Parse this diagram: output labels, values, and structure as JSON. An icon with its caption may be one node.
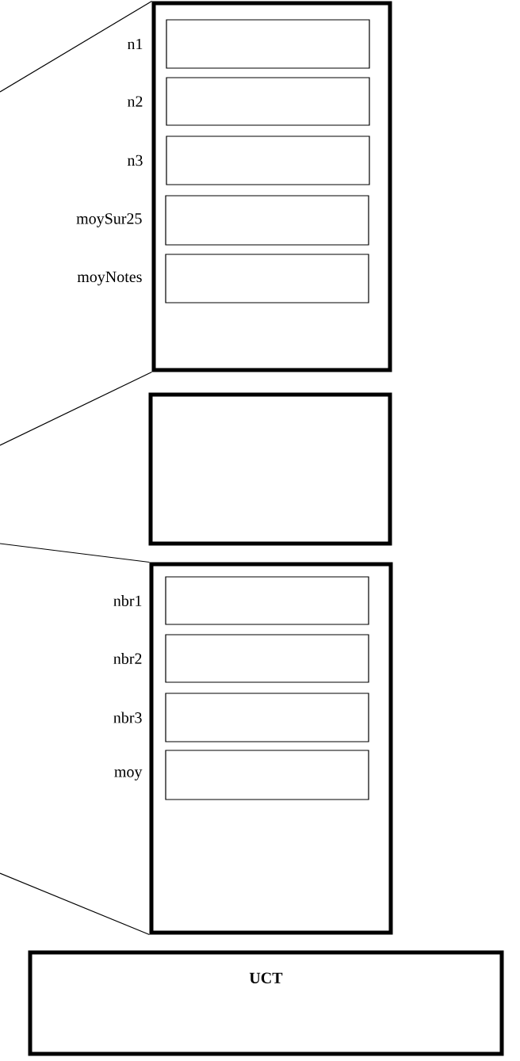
{
  "diagram": {
    "nodes": [
      {
        "text": [],
        "shape": "box"
      },
      {
        "text": [],
        "shape": "box",
        "in": 0,
        "beside": [
          "n1"
        ]
      },
      {
        "text": [],
        "shape": "box",
        "in": 0,
        "beside": [
          "n2"
        ]
      },
      {
        "text": [],
        "shape": "box",
        "in": 0,
        "beside": [
          "n3"
        ]
      },
      {
        "text": [],
        "shape": "box",
        "in": 0,
        "beside": [
          "moySur25"
        ]
      },
      {
        "text": [],
        "shape": "box",
        "in": 0,
        "beside": [
          "moyNotes"
        ]
      },
      {
        "text": [],
        "shape": "box"
      },
      {
        "text": [],
        "shape": "box"
      },
      {
        "text": [],
        "shape": "box",
        "in": 7,
        "beside": [
          "nbr1"
        ]
      },
      {
        "text": [],
        "shape": "box",
        "in": 7,
        "beside": [
          "nbr2"
        ]
      },
      {
        "text": [],
        "shape": "box",
        "in": 7,
        "beside": [
          "nbr3"
        ]
      },
      {
        "text": [],
        "shape": "box",
        "in": 7,
        "beside": [
          "moy"
        ]
      },
      {
        "text": [
          "UCT"
        ]
      }
    ],
    "edges": [
      {
        "from": null,
        "to": 0,
        "arrow": "none"
      },
      {
        "from": null,
        "to": 0,
        "arrow": "none"
      },
      {
        "from": null,
        "to": 7,
        "arrow": "none"
      },
      {
        "from": null,
        "to": 7,
        "arrow": "none"
      }
    ]
  }
}
